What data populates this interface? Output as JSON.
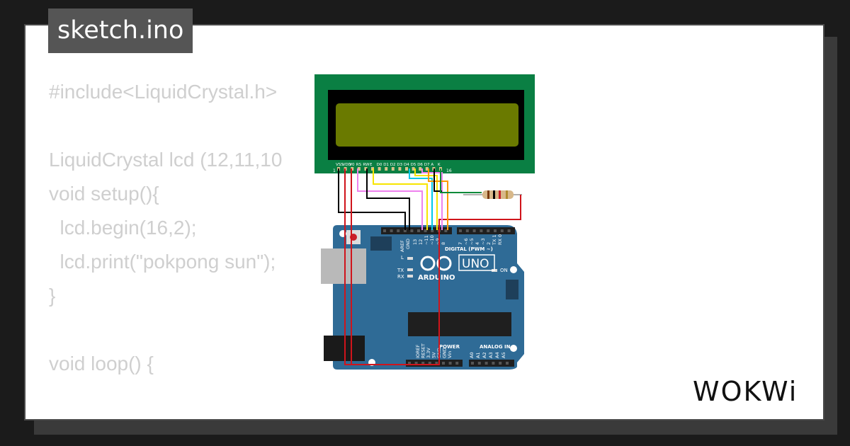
{
  "file_tab": {
    "label": "sketch.ino"
  },
  "code_lines": [
    "#include<LiquidCrystal.h>",
    "",
    "LiquidCrystal lcd (12,11,10",
    "void setup(){",
    "  lcd.begin(16,2);",
    "  lcd.print(\"pokpong sun\");",
    "}",
    "",
    "void loop() {"
  ],
  "lcd": {
    "pin_labels": [
      "VSS",
      "VDD",
      "V0",
      "RS",
      "RW",
      "E",
      "D0",
      "D1",
      "D2",
      "D3",
      "D4",
      "D5",
      "D6",
      "D7",
      "A",
      "K"
    ],
    "pin_first": "1",
    "pin_last": "16"
  },
  "board": {
    "model": "UNO",
    "brand": "ARDUINO",
    "digital_label": "DIGITAL (PWM ~)",
    "on_label": "ON",
    "l_label": "L",
    "tx_label": "TX",
    "rx_label": "RX",
    "aref": "AREF",
    "gnd": "GND",
    "digital_pins": [
      "13",
      "12",
      "~11",
      "~10",
      "~9",
      "8",
      "7",
      "~6",
      "~5",
      "4",
      "~3",
      "2",
      "TX 1",
      "RX 0"
    ],
    "power_label": "POWER",
    "analog_label": "ANALOG IN",
    "power_pins": [
      "IOREF",
      "RESET",
      "3.3V",
      "5V",
      "GND",
      "GND",
      "Vin"
    ],
    "analog_pins": [
      "A0",
      "A1",
      "A2",
      "A3",
      "A4",
      "A5"
    ]
  },
  "logo": {
    "text": "WOKWi",
    "name": "wokwi-logo"
  },
  "colors": {
    "background": "#1b1b1b",
    "card": "#ffffff",
    "tab": "#555555",
    "code_text": "#cfcfcf",
    "lcd_pcb": "#0a7f43",
    "lcd_screen": "#6a7a00",
    "board": "#2f6b96"
  }
}
